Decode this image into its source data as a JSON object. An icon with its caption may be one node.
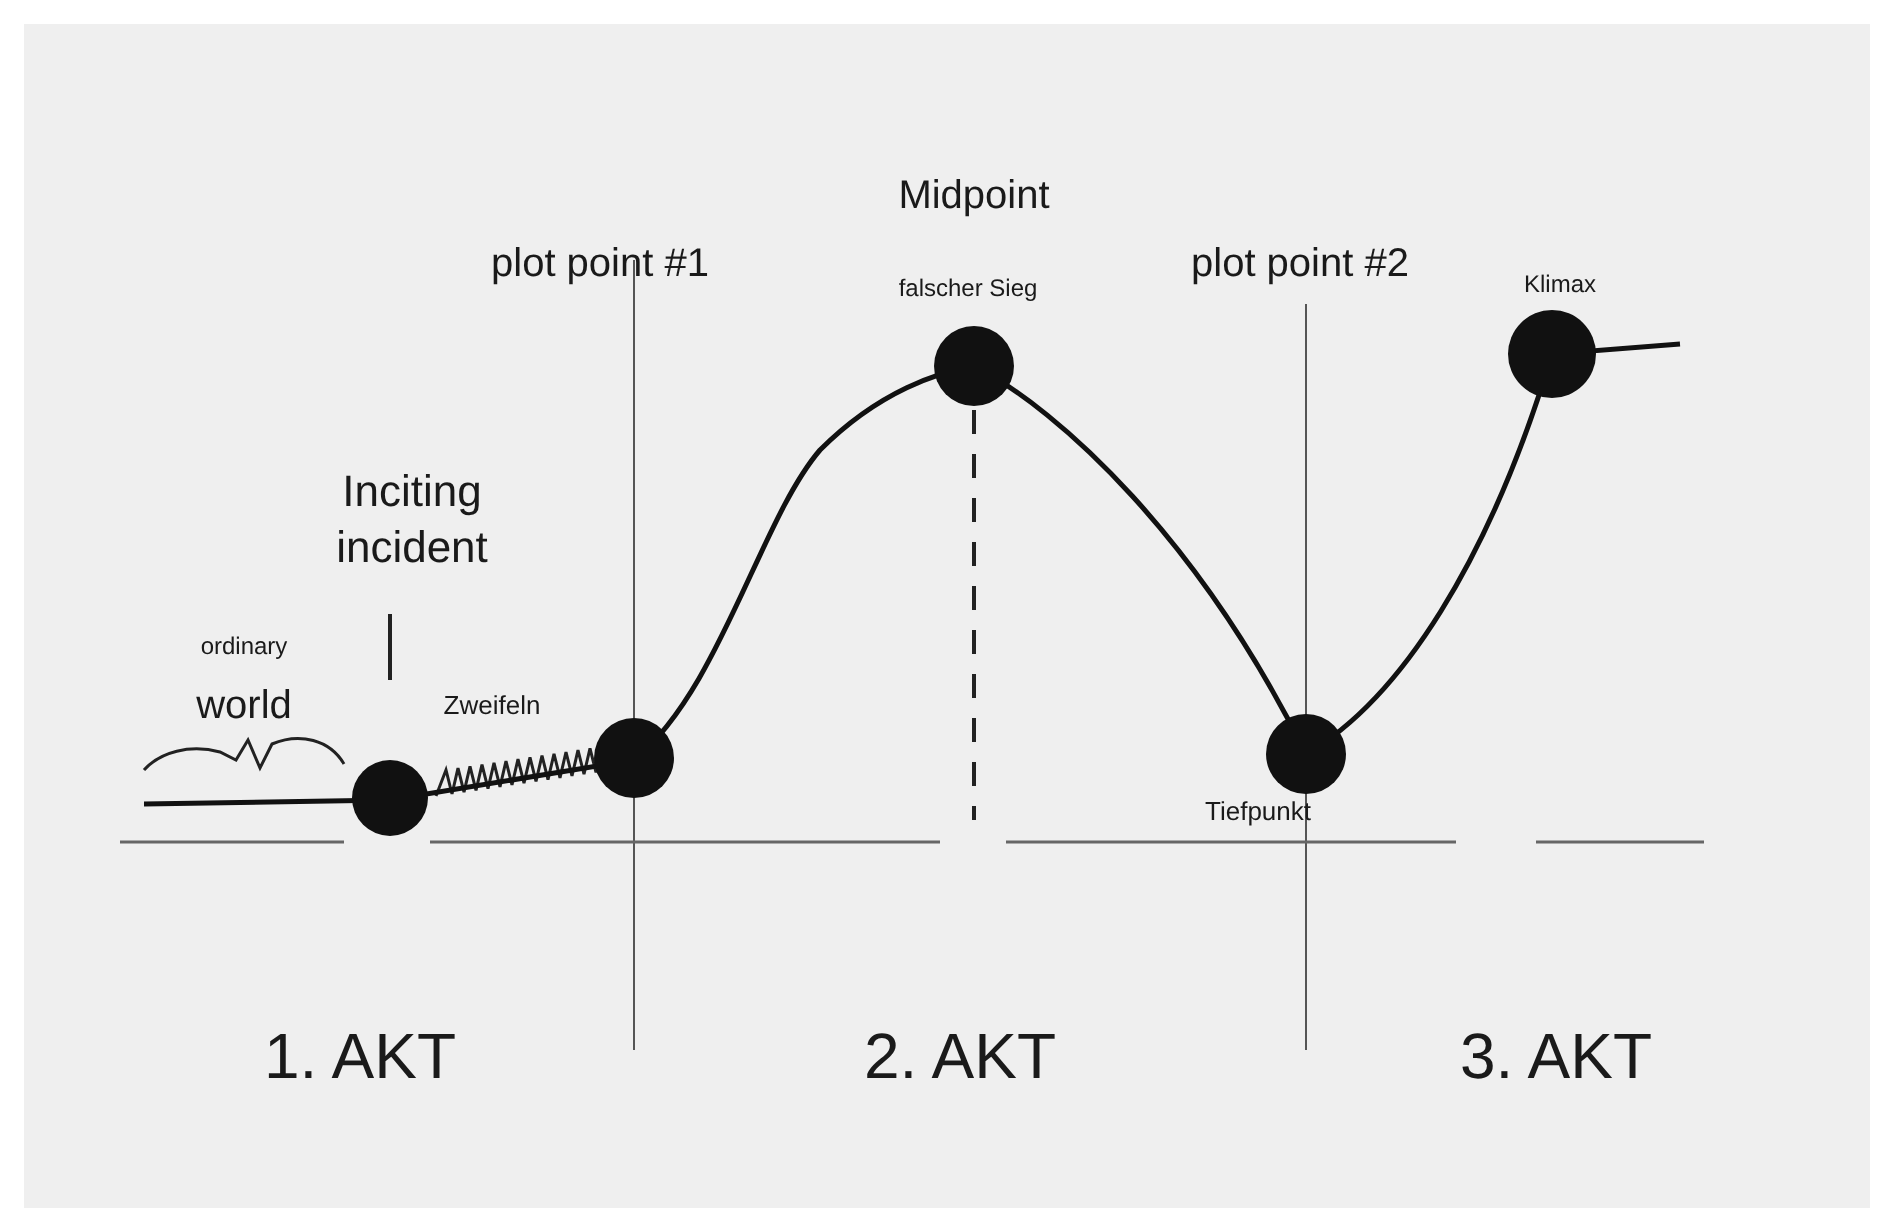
{
  "diagram": {
    "labels": [
      "Midpoint",
      "plot point #1",
      "plot point #2",
      "falscher Sieg",
      "Klimax",
      "Inciting incident",
      "ordinary",
      "world",
      "Zweifeln",
      "Tiefpunkt",
      "1. AKT",
      "2. AKT",
      "3. AKT"
    ]
  }
}
